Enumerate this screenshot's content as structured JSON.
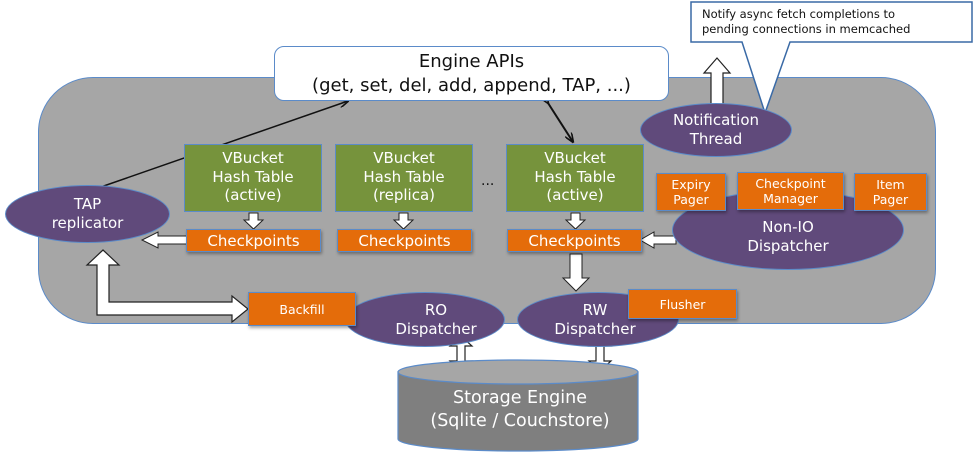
{
  "diagram": {
    "engine_api": {
      "title": "Engine APIs",
      "subtitle": "(get, set, del, add, append, TAP, ...)"
    },
    "callout": {
      "line1": "Notify async fetch completions to",
      "line2": "pending connections in memcached"
    },
    "notification_thread": {
      "line1": "Notification",
      "line2": "Thread"
    },
    "tap_replicator": {
      "line1": "TAP",
      "line2": "replicator"
    },
    "vbuckets": [
      {
        "line1": "VBucket",
        "line2": "Hash Table",
        "line3": "(active)"
      },
      {
        "line1": "VBucket",
        "line2": "Hash Table",
        "line3": "(replica)"
      },
      {
        "line1": "VBucket",
        "line2": "Hash Table",
        "line3": "(active)"
      }
    ],
    "ellipsis": "...",
    "checkpoints_label": "Checkpoints",
    "tasks": {
      "expiry_pager": {
        "line1": "Expiry",
        "line2": "Pager"
      },
      "checkpoint_manager": {
        "line1": "Checkpoint",
        "line2": "Manager"
      },
      "item_pager": {
        "line1": "Item",
        "line2": "Pager"
      },
      "backfill": "Backfill",
      "flusher": "Flusher"
    },
    "non_io_dispatcher": {
      "line1": "Non-IO",
      "line2": "Dispatcher"
    },
    "ro_dispatcher": {
      "line1": "RO",
      "line2": "Dispatcher"
    },
    "rw_dispatcher": {
      "line1": "RW",
      "line2": "Dispatcher"
    },
    "storage_engine": {
      "line1": "Storage Engine",
      "line2": "(Sqlite / Couchstore)"
    },
    "colors": {
      "container_fill": "#a6a6a6",
      "border_blue": "#5b8bc9",
      "vbucket_green": "#76933c",
      "task_orange": "#e46c0a",
      "dispatcher_purple": "#604a7b",
      "storage_gray": "#7f7f7f"
    }
  }
}
